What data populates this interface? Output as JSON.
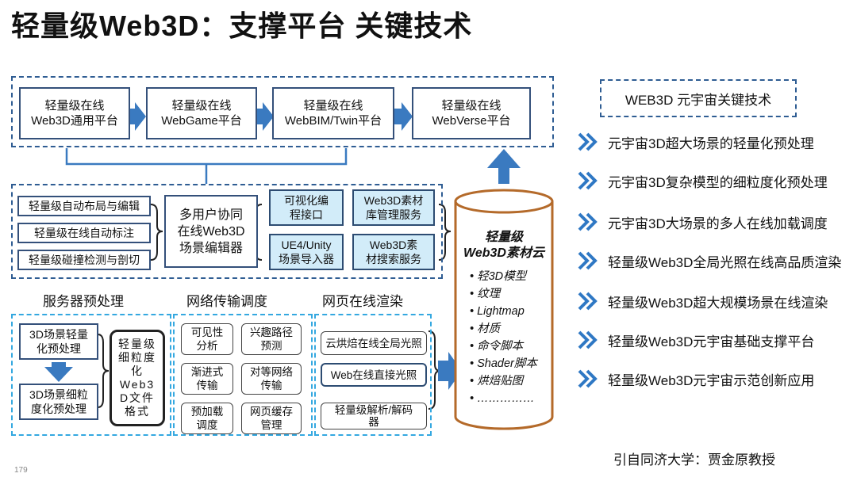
{
  "title": "轻量级Web3D：支撑平台 关键技术",
  "platforms": [
    "轻量级在线\nWeb3D通用平台",
    "轻量级在线\nWebGame平台",
    "轻量级在线\nWebBIM/Twin平台",
    "轻量级在线\nWebVerse平台"
  ],
  "editor": {
    "left_items": [
      "轻量级自动布局与编辑",
      "轻量级在线自动标注",
      "轻量级碰撞检测与剖切"
    ],
    "center": "多用户协同\n在线Web3D\n场景编辑器",
    "right_items": [
      "可视化编\n程接口",
      "Web3D素材\n库管理服务",
      "UE4/Unity\n场景导入器",
      "Web3D素\n材搜索服务"
    ]
  },
  "sections": {
    "server": {
      "label": "服务器预处理",
      "step1": "3D场景轻量\n化预处理",
      "step2": "3D场景细粒\n度化预处理",
      "format": "轻量级\n细粒度\n化\nWeb3\nD文件\n格式"
    },
    "network": {
      "label": "网络传输调度",
      "items": [
        "可见性\n分析",
        "兴趣路径\n预测",
        "渐进式\n传输",
        "对等网络\n传输",
        "预加载\n调度",
        "网页缓存\n管理"
      ]
    },
    "render": {
      "label": "网页在线渲染",
      "items": [
        "云烘焙在线全局光照",
        "Web在线直接光照",
        "轻量级解析/解码\n器"
      ]
    }
  },
  "cloud": {
    "title": "轻量级\nWeb3D素材云",
    "items": [
      "• 轻3D模型",
      "• 纹理",
      "• Lightmap",
      "• 材质",
      "• 命令脚本",
      "• Shader脚本",
      "• 烘焙贴图",
      "• ……………"
    ]
  },
  "key_tech": {
    "header": "WEB3D 元宇宙关键技术",
    "items": [
      "元宇宙3D超大场景的轻量化预处理",
      "元宇宙3D复杂模型的细粒度化预处理",
      "元宇宙3D大场景的多人在线加载调度",
      "轻量级Web3D全局光照在线高品质渲染",
      "轻量级Web3D超大规模场景在线渲染",
      "轻量级Web3D元宇宙基础支撑平台",
      "轻量级Web3D元宇宙示范创新应用"
    ]
  },
  "source": "引自同济大学：贾金原教授",
  "page_number": "179",
  "colors": {
    "arrow_blue": "#3a7ac0",
    "cloud_border": "#b46a2a",
    "dash_blue": "#2f5d93",
    "dash_cyan": "#34a8e0"
  }
}
